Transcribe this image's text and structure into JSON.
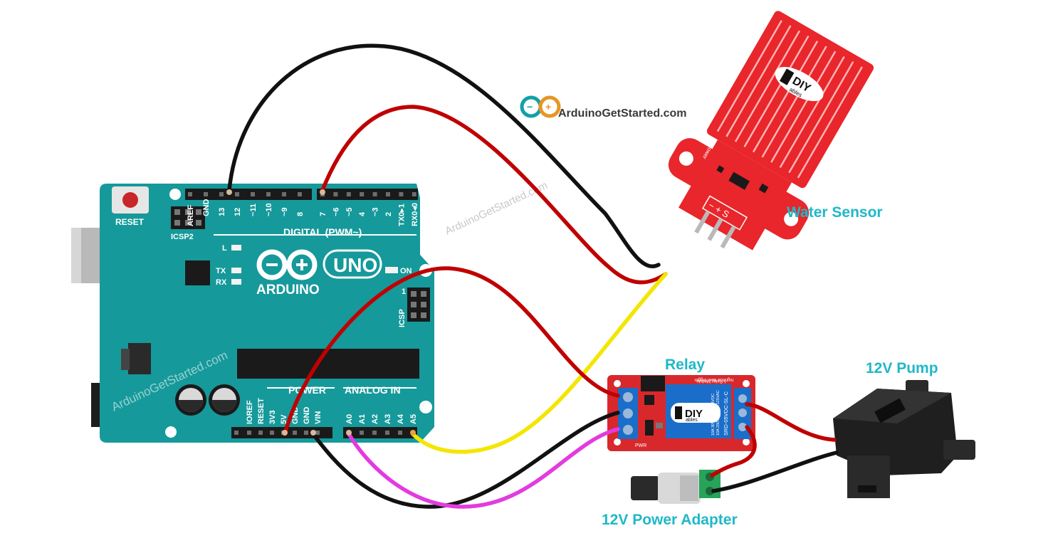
{
  "logo": {
    "text": "ArduinoGetStarted.com"
  },
  "watermark": {
    "text": "ArduinoGetStarted.com"
  },
  "labels": {
    "water_sensor": "Water Sensor",
    "relay": "Relay",
    "pump": "12V Pump",
    "adapter": "12V Power Adapter"
  },
  "arduino": {
    "reset": "RESET",
    "icsp2": "ICSP2",
    "icsp": "ICSP",
    "digital": "DIGITAL (PWM~)",
    "power": "POWER",
    "analog": "ANALOG IN",
    "brand": "ARDUINO",
    "model": "UNO",
    "on": "ON",
    "led_l": "L",
    "led_tx": "TX",
    "led_rx": "RX",
    "top_pins": [
      "AREF",
      "GND",
      "13",
      "12",
      "~11",
      "~10",
      "~9",
      "8",
      "7",
      "~6",
      "~5",
      "4",
      "~3",
      "2",
      "TX0▸1",
      "RX0◂0"
    ],
    "power_pins": [
      "IOREF",
      "RESET",
      "3V3",
      "5V",
      "GND",
      "GND",
      "VIN"
    ],
    "analog_pins": [
      "A0",
      "A1",
      "A2",
      "A3",
      "A4",
      "A5"
    ]
  },
  "sensor": {
    "brand": "DIY",
    "brand_sub": "ables",
    "pins": [
      "−",
      "+",
      "S"
    ],
    "power_label": "Power"
  },
  "relay_module": {
    "brand": "DIY",
    "brand_sub": "ables",
    "part": "SRD-05VDC-SL-C",
    "rating1": "10A 250VAC 10A 125VAC",
    "rating2": "10A 30VDC 10A 28VDC",
    "title": "1 Relay Module",
    "trigger": "high/low level trigger",
    "pwr": "PWR"
  },
  "colors": {
    "board": "#16999a",
    "board_dark": "#0d7a7b",
    "sensor": "#e8262b",
    "relay_pcb": "#d8282c",
    "relay_body": "#1a6ec9",
    "label": "#1fb8c8",
    "wire_black": "#111111",
    "wire_red": "#c00000",
    "wire_yellow": "#f3e600",
    "wire_magenta": "#e23be0"
  }
}
